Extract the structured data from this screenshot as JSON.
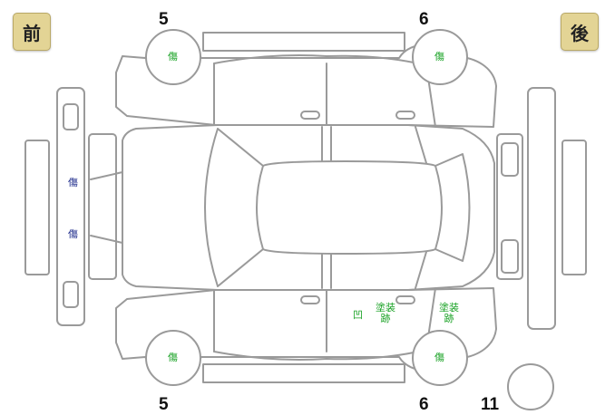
{
  "labels": {
    "front": "前",
    "rear": "後"
  },
  "panel_numbers": {
    "top_left_wheel": "5",
    "top_right_wheel": "6",
    "bottom_left_wheel": "5",
    "bottom_right_wheel": "6",
    "spare_tire": "11"
  },
  "damage_marks": {
    "wheel_top_left": "傷",
    "wheel_top_right": "傷",
    "wheel_bottom_left": "傷",
    "wheel_bottom_right": "傷",
    "front_bumper_upper": "傷",
    "front_bumper_lower": "傷",
    "rear_door_left_line1": "塗装",
    "rear_door_left_line2": "跡",
    "rear_quarter_left_line1": "塗装",
    "rear_quarter_left_line2": "跡",
    "rear_door_left_dent": "凹"
  },
  "colors": {
    "outline": "#9a9a9a",
    "badge": "#e3d495",
    "mark_green": "#15a021",
    "mark_navy": "#1c2a8a"
  }
}
